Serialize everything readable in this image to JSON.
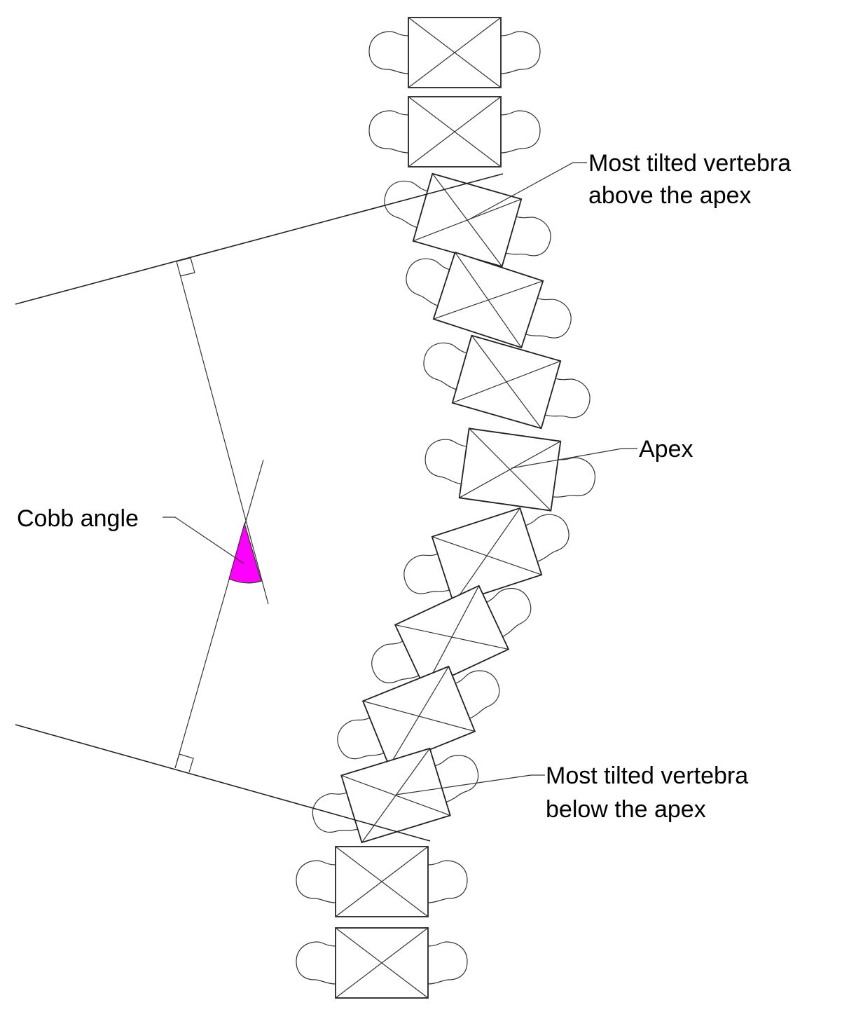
{
  "labels": {
    "top_line1": "Most tilted vertebra",
    "top_line2": "above the apex",
    "apex": "Apex",
    "cobb": "Cobb angle",
    "bottom_line1": "Most tilted vertebra",
    "bottom_line2": "below the apex"
  },
  "colors": {
    "cobb_angle_fill": "#ff00ff",
    "line": "#222222",
    "background": "#ffffff"
  }
}
